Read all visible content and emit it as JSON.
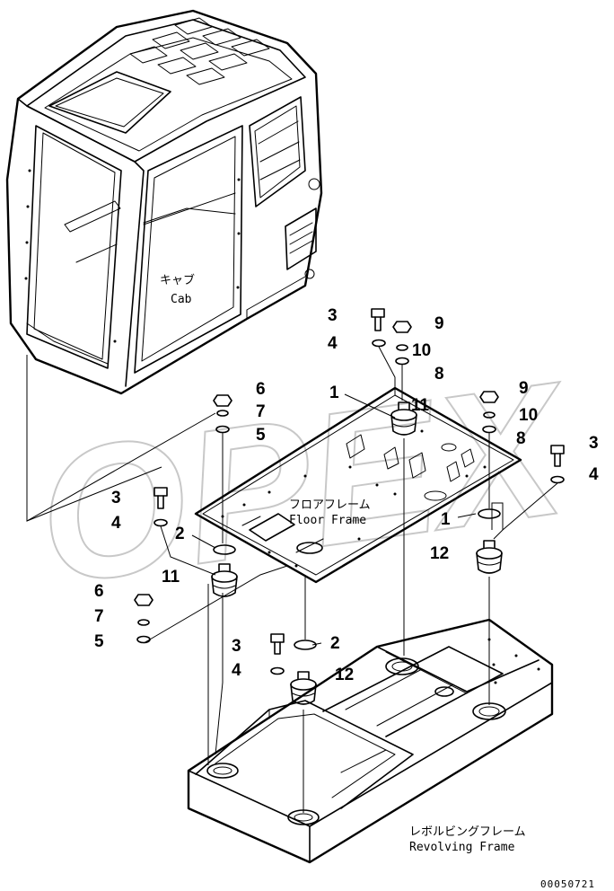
{
  "labels": {
    "cab_jp": "キャブ",
    "cab_en": "Cab",
    "floor_jp": "フロアフレーム",
    "floor_en": "Floor Frame",
    "revolving_jp": "レボルビングフレーム",
    "revolving_en": "Revolving Frame"
  },
  "watermark": "OPEX",
  "drawing_code": "00050721",
  "callouts": {
    "c1a": "1",
    "c1b": "1",
    "c2a": "2",
    "c2b": "2",
    "c3a": "3",
    "c3b": "3",
    "c3c": "3",
    "c3d": "3",
    "c4a": "4",
    "c4b": "4",
    "c4c": "4",
    "c4d": "4",
    "c5a": "5",
    "c5b": "5",
    "c6a": "6",
    "c6b": "6",
    "c7a": "7",
    "c7b": "7",
    "c8a": "8",
    "c8b": "8",
    "c9a": "9",
    "c9b": "9",
    "c10a": "10",
    "c10b": "10",
    "c11a": "11",
    "c11b": "11",
    "c12a": "12",
    "c12b": "12"
  }
}
